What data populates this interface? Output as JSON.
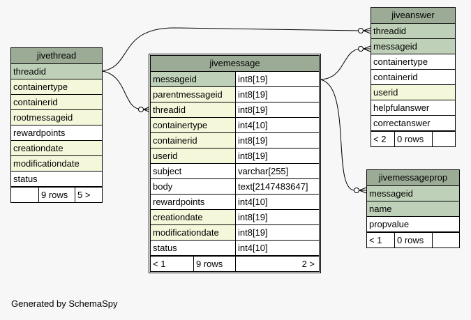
{
  "tables": {
    "jivethread": {
      "name": "jivethread",
      "columns": [
        {
          "name": "threadid",
          "kind": "pk"
        },
        {
          "name": "containertype",
          "kind": "fk"
        },
        {
          "name": "containerid",
          "kind": "fk"
        },
        {
          "name": "rootmessageid",
          "kind": "fk"
        },
        {
          "name": "rewardpoints",
          "kind": "plain"
        },
        {
          "name": "creationdate",
          "kind": "fk"
        },
        {
          "name": "modificationdate",
          "kind": "fk"
        },
        {
          "name": "status",
          "kind": "plain"
        }
      ],
      "footer": {
        "left": "",
        "rows": "9 rows",
        "right": "5 >"
      }
    },
    "jivemessage": {
      "name": "jivemessage",
      "columns": [
        {
          "name": "messageid",
          "type": "int8[19]",
          "kind": "pk"
        },
        {
          "name": "parentmessageid",
          "type": "int8[19]",
          "kind": "fk"
        },
        {
          "name": "threadid",
          "type": "int8[19]",
          "kind": "fk"
        },
        {
          "name": "containertype",
          "type": "int4[10]",
          "kind": "fk"
        },
        {
          "name": "containerid",
          "type": "int8[19]",
          "kind": "fk"
        },
        {
          "name": "userid",
          "type": "int8[19]",
          "kind": "fk"
        },
        {
          "name": "subject",
          "type": "varchar[255]",
          "kind": "plain"
        },
        {
          "name": "body",
          "type": "text[2147483647]",
          "kind": "plain"
        },
        {
          "name": "rewardpoints",
          "type": "int4[10]",
          "kind": "plain"
        },
        {
          "name": "creationdate",
          "type": "int8[19]",
          "kind": "fk"
        },
        {
          "name": "modificationdate",
          "type": "int8[19]",
          "kind": "fk"
        },
        {
          "name": "status",
          "type": "int4[10]",
          "kind": "plain"
        }
      ],
      "footer": {
        "left": "< 1",
        "rows": "9 rows",
        "right": "2 >"
      }
    },
    "jiveanswer": {
      "name": "jiveanswer",
      "columns": [
        {
          "name": "threadid",
          "kind": "pk"
        },
        {
          "name": "messageid",
          "kind": "pk"
        },
        {
          "name": "containertype",
          "kind": "plain"
        },
        {
          "name": "containerid",
          "kind": "plain"
        },
        {
          "name": "userid",
          "kind": "fk"
        },
        {
          "name": "helpfulanswer",
          "kind": "plain"
        },
        {
          "name": "correctanswer",
          "kind": "plain"
        }
      ],
      "footer": {
        "left": "< 2",
        "rows": "0 rows",
        "right": ""
      }
    },
    "jivemessageprop": {
      "name": "jivemessageprop",
      "columns": [
        {
          "name": "messageid",
          "kind": "pk"
        },
        {
          "name": "name",
          "kind": "pk"
        },
        {
          "name": "propvalue",
          "kind": "plain"
        }
      ],
      "footer": {
        "left": "< 1",
        "rows": "0 rows",
        "right": ""
      }
    }
  },
  "generated_by": "Generated by SchemaSpy",
  "colors": {
    "header": "#9bab96",
    "primary_key": "#bed1b8",
    "foreign_key": "#f4f7da",
    "background": "#f7f7f7"
  }
}
